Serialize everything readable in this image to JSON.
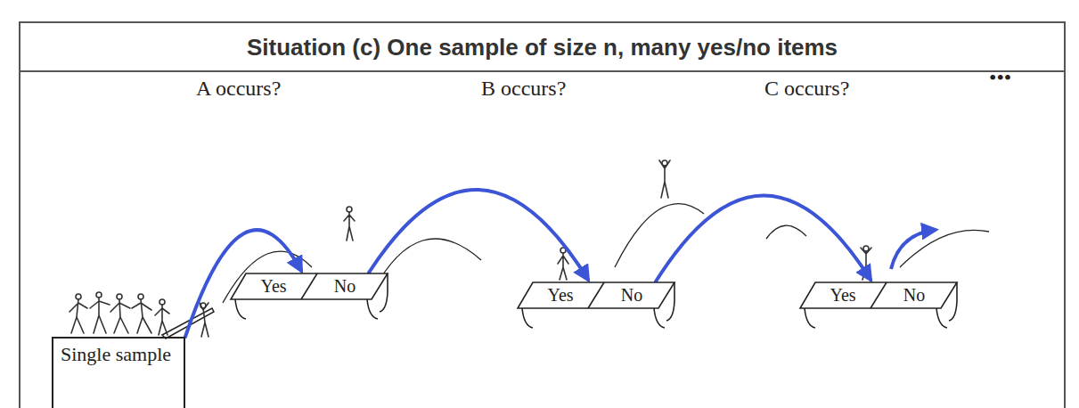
{
  "diagram": {
    "title": "Situation (c) One sample of size n, many yes/no items",
    "nodes": [
      {
        "text": [
          "Single sample"
        ]
      },
      {
        "text": [
          "Yes",
          "No"
        ]
      },
      {
        "text": [
          "Yes",
          "No"
        ]
      },
      {
        "text": [
          "Yes",
          "No"
        ]
      }
    ],
    "edges": [
      {
        "from": 0,
        "to": 1,
        "arrow": "to"
      },
      {
        "from": 1,
        "to": 2,
        "arrow": "to"
      },
      {
        "from": 2,
        "to": 3,
        "arrow": "to"
      }
    ],
    "labels": [
      "A occurs?",
      "B occurs?",
      "C occurs?",
      "•••"
    ]
  }
}
